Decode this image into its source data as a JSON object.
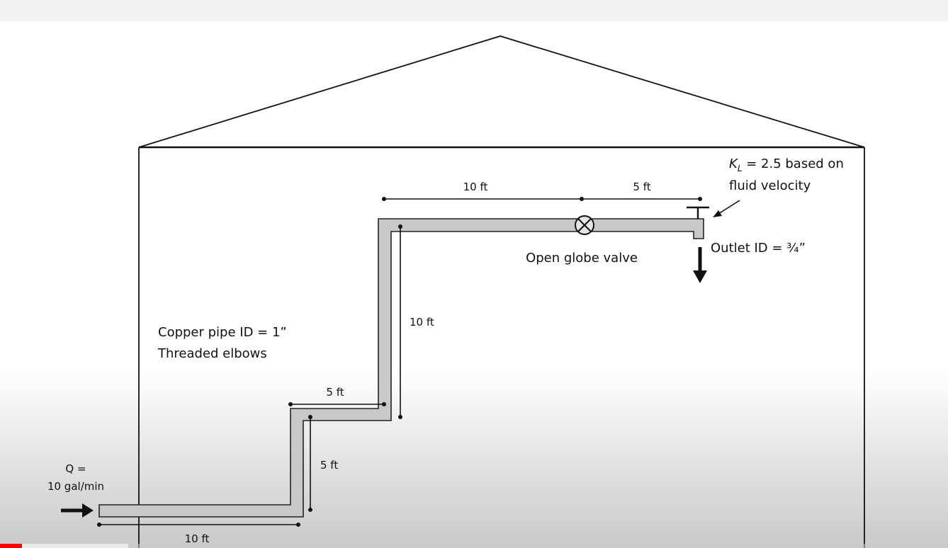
{
  "diagram": {
    "flow_label_line1": "Q =",
    "flow_label_line2": "10 gal/min",
    "pipe_label_line1": "Copper pipe ID = 1”",
    "pipe_label_line2": "Threaded elbows",
    "dim_bottom": "10 ft",
    "dim_riser1": "5 ft",
    "dim_step": "5 ft",
    "dim_riser2": "10 ft",
    "dim_top_left": "10 ft",
    "dim_top_right": "5 ft",
    "valve_label": "Open globe valve",
    "outlet_label": "Outlet ID = ¾”",
    "kl_symbol": "K",
    "kl_subscript": "L",
    "kl_rest": " = 2.5 based on",
    "kl_line2": "fluid velocity"
  },
  "player": {
    "progress_played": 0.023,
    "progress_loaded": 0.135,
    "played_color": "#ff0000"
  }
}
